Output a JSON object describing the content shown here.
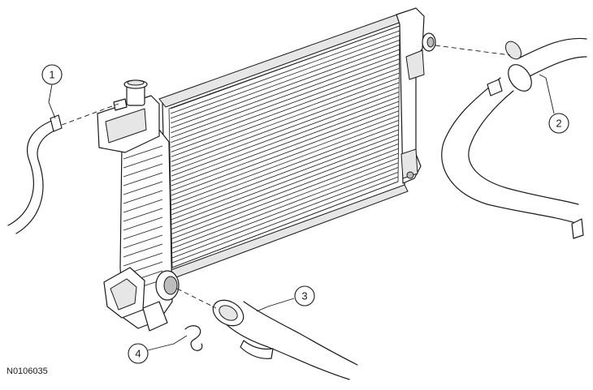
{
  "callouts": [
    {
      "number": "1",
      "part": "upper-left hose"
    },
    {
      "number": "2",
      "part": "upper-right hose"
    },
    {
      "number": "3",
      "part": "lower hose"
    },
    {
      "number": "4",
      "part": "hose clamp"
    }
  ],
  "figure_id": "N0106035"
}
